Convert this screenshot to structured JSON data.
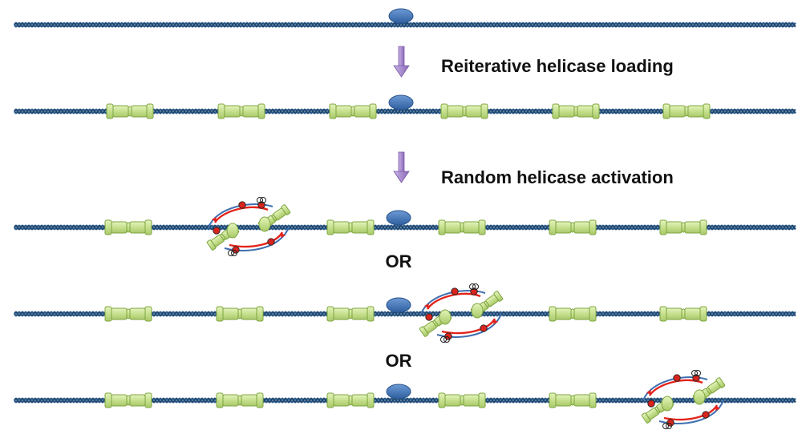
{
  "steps": [
    {
      "label": "Reiterative helicase loading"
    },
    {
      "label": "Random helicase activation"
    }
  ],
  "alternatives": [
    {
      "label": "OR"
    },
    {
      "label": "OR"
    }
  ],
  "colors": {
    "dna": "#2a5a8a",
    "origin": "#4a7fc0",
    "helicase_fill": "#c6e08e",
    "helicase_stroke": "#7ea640",
    "arrow": "#9a7cc4",
    "nascent_strand": "#e3231b",
    "primer_dot": "#d8241d",
    "parental_strand": "#3f6fb0"
  },
  "icons": {
    "origin": "origin-complex-icon",
    "helicase": "mcm-double-hexamer-icon",
    "fork": "replication-bubble-icon",
    "arrow": "down-arrow-icon"
  }
}
